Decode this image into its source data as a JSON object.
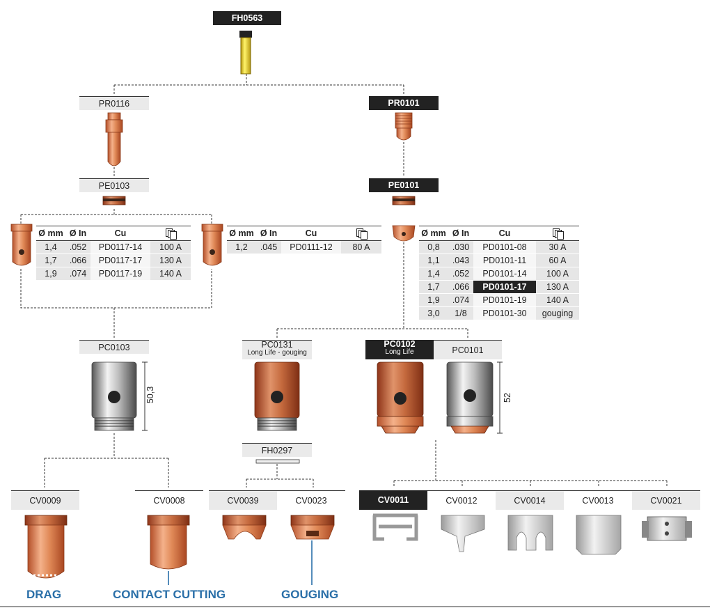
{
  "parts": {
    "top": "FH0563",
    "pr_left": "PR0116",
    "pr_right": "PR0101",
    "pe_left": "PE0103",
    "pe_right": "PE0101",
    "pc_left": "PC0103",
    "pc_mid": "PC0131",
    "pc_mid_sub": "Long Life - gouging",
    "pc_right_a": "PC0102",
    "pc_right_a_sub": "Long Life",
    "pc_right_b": "PC0101",
    "fh_mid": "FH0297"
  },
  "dimensions": {
    "pc0103_length": "50,3",
    "pc0101_length": "52"
  },
  "headers": {
    "mm": "Ø mm",
    "in": "Ø In",
    "cu": "Cu"
  },
  "table_left": [
    [
      "1,4",
      ".052",
      "PD0117-14",
      "100 A"
    ],
    [
      "1,7",
      ".066",
      "PD0117-17",
      "130 A"
    ],
    [
      "1,9",
      ".074",
      "PD0117-19",
      "140 A"
    ]
  ],
  "table_mid": [
    [
      "1,2",
      ".045",
      "PD0111-12",
      "80 A"
    ]
  ],
  "table_right": [
    [
      "0,8",
      ".030",
      "PD0101-08",
      "30 A"
    ],
    [
      "1,1",
      ".043",
      "PD0101-11",
      "60 A"
    ],
    [
      "1,4",
      ".052",
      "PD0101-14",
      "100 A"
    ],
    [
      "1,7",
      ".066",
      "PD0101-17",
      "130 A"
    ],
    [
      "1,9",
      ".074",
      "PD0101-19",
      "140 A"
    ],
    [
      "3,0",
      "1/8",
      "PD0101-30",
      "gouging"
    ]
  ],
  "highlighted_part": "PD0101-17",
  "shields": {
    "cv0009": "CV0009",
    "cv0008": "CV0008",
    "cv0039": "CV0039",
    "cv0023": "CV0023",
    "cv0011": "CV0011",
    "cv0012": "CV0012",
    "cv0014": "CV0014",
    "cv0013": "CV0013",
    "cv0021": "CV0021"
  },
  "captions": {
    "drag": "DRAG",
    "contact": "CONTACT CUTTING",
    "gouging": "GOUGING"
  },
  "colors": {
    "accent_blue": "#2a6fa8",
    "copper": "#d9824f",
    "dark_label": "#222222"
  }
}
